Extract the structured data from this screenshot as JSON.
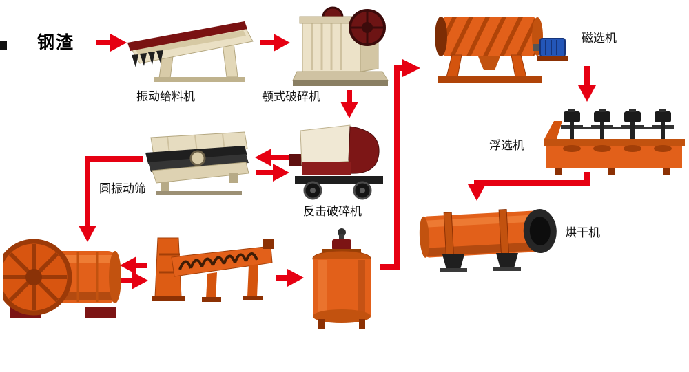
{
  "diagram": {
    "title": "钢渣",
    "labels": {
      "vibrating_feeder": "振动给料机",
      "jaw_crusher": "颚式破碎机",
      "magnetic_separator": "磁选机",
      "circular_vibrating_screen": "圆振动筛",
      "impact_crusher": "反击破碎机",
      "flotation_machine": "浮选机",
      "dryer": "烘干机"
    },
    "colors": {
      "arrow_red": "#e60012",
      "machine_orange": "#e2601a",
      "machine_beige": "#eae0c4",
      "dark_red": "#7a1212",
      "motor_blue": "#2356b8",
      "background": "#ffffff",
      "label_text": "#111111"
    }
  }
}
